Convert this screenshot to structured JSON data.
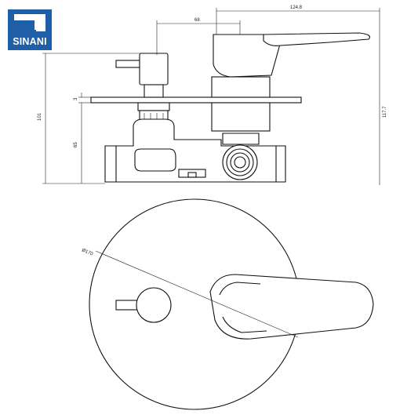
{
  "brand": {
    "name": "SINANI",
    "color": "#1f5fa8"
  },
  "dimensions": {
    "top_width": "124.8",
    "top_offset": "68",
    "plate_thickness": "3",
    "depth_total": "101",
    "depth_body": "65",
    "height_total": "117.7",
    "plate_diameter": "Ø170"
  }
}
